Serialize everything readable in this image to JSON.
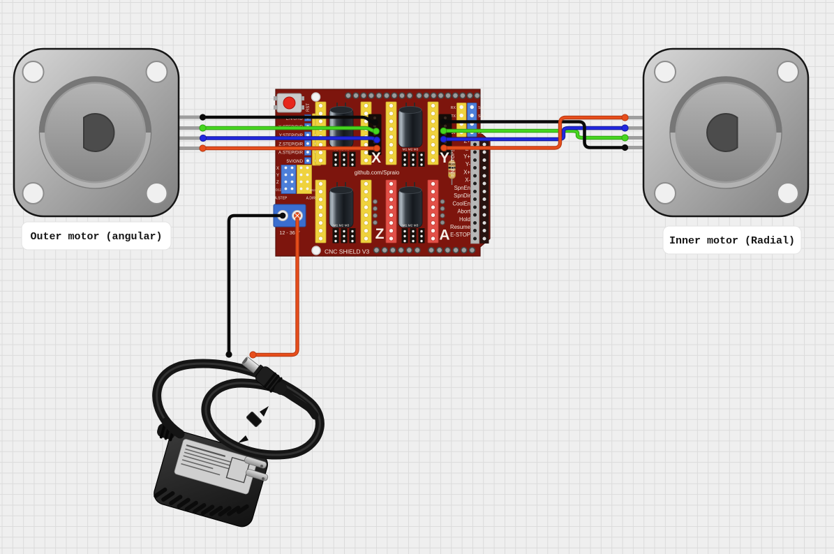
{
  "canvas": {
    "background": "#efefef",
    "grid_line": "#dbdbdb"
  },
  "motors": {
    "left": {
      "label": "Outer motor (angular)"
    },
    "right": {
      "label": "Inner motor (Radial)"
    }
  },
  "board": {
    "title": "CNC SHIELD V3",
    "url": "github.com/Spraio",
    "reset_label": "RST",
    "power_range": "12 - 36 V",
    "signal_labels": [
      "EN/GND",
      "X.STEP/DIR",
      "Y.STEP/DIR",
      "Z.STEP/DIR",
      "A.STEP/DIR",
      "5V/GND"
    ],
    "jumper_rows": [
      "X",
      "Y",
      "Z",
      "D12"
    ],
    "jumper_captions": {
      "left": "A.STEP",
      "right": "A.DIR",
      "d13": "D13"
    },
    "axis_letters": [
      "X",
      "Y",
      "Z",
      "A"
    ],
    "driver_pin_labels": "M1 M2 M3",
    "serial_left": [
      "RX",
      "TX",
      "5V"
    ],
    "serial_right": [
      "SCL",
      "SDA",
      "RST"
    ],
    "endstops_caption": "END STOPS",
    "endstops": [
      "Z+",
      "Z-",
      "Y+",
      "Y-",
      "X+",
      "X-",
      "SpnEn",
      "SpnDir",
      "CoolEn",
      "Abort",
      "Hold",
      "Resume",
      "E-STOP"
    ]
  },
  "wires": {
    "black": "#0a0a0a",
    "green": "#46d61f",
    "blue": "#2127e0",
    "orange": "#e84e1b"
  }
}
